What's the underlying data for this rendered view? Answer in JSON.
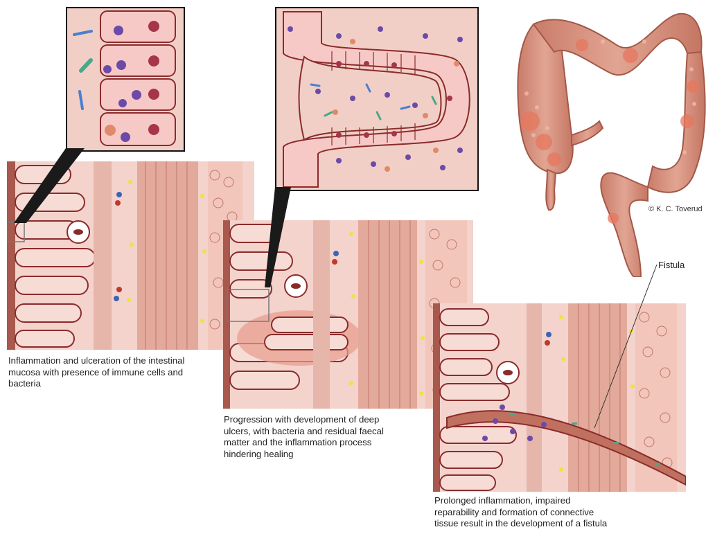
{
  "labels": {
    "credit": "© K. C. Toverud",
    "fistula": "Fistula"
  },
  "captions": {
    "stage1": [
      "Inflammation and ulceration of the intestinal",
      "mucosa with presence of immune cells and",
      "bacteria"
    ],
    "stage2": [
      "Progression with development of deep",
      "ulcers, with bacteria and residual faecal",
      "matter and the inflammation process",
      "hindering healing"
    ],
    "stage3": [
      "Prolonged inflammation, impaired",
      "reparability and formation of connective",
      "tissue result in the development of a fistula"
    ]
  },
  "colors": {
    "tissue": "#f3d3cc",
    "villus_outline": "#8a2b2b",
    "villus_fill": "#f7dcd6",
    "muscle": "#e3a99b",
    "lumen": "#a8584c",
    "colon": "#d99580",
    "frame": "#111111",
    "immune_purple": "#6b4aa8",
    "immune_blue": "#3e63b3",
    "bacteria_green": "#4aa886",
    "yellow_cell": "#f2e23a"
  }
}
